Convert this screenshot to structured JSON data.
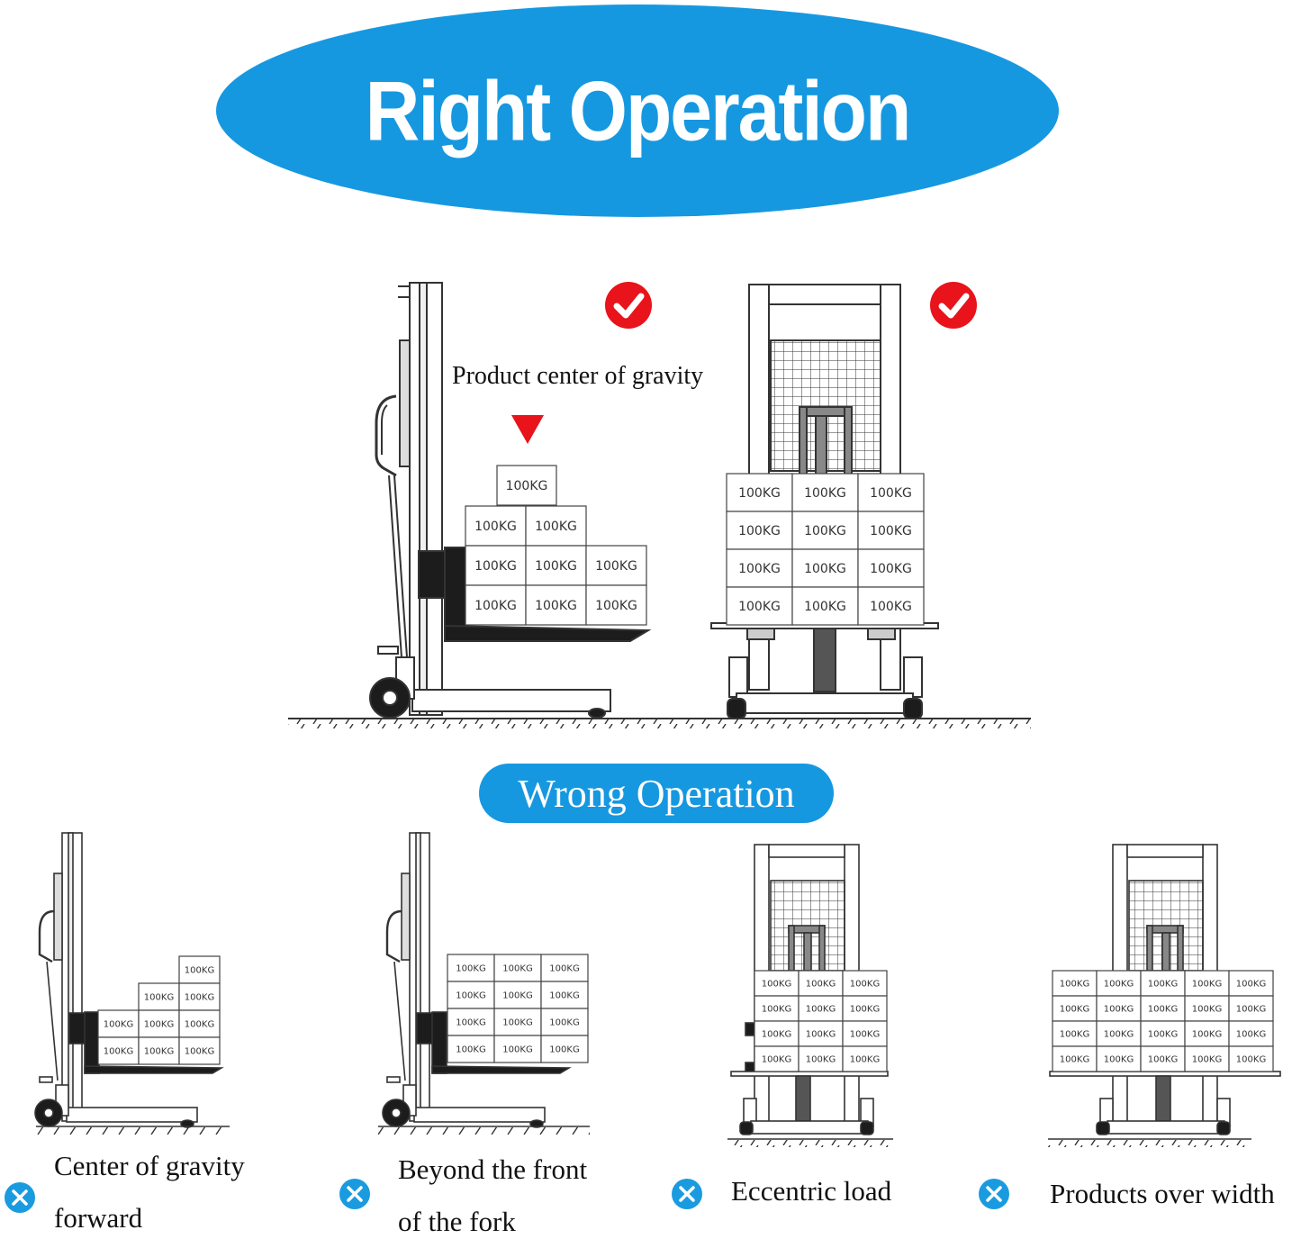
{
  "right_title": "Right Operation",
  "wrong_title": "Wrong Operation",
  "gravity_label": "Product center of gravity",
  "box_label": "100KG",
  "colors": {
    "brand_blue": "#1698e0",
    "check_red": "#e8131b",
    "cross_blue": "#1a9be0",
    "dark": "#1c1c1c"
  },
  "icons": {
    "right": "check-circle-icon",
    "wrong": "x-circle-icon"
  },
  "wrong_cases": [
    {
      "line1": "Center of gravity",
      "line2": "forward"
    },
    {
      "line1": "Beyond the front",
      "line2": "of the fork"
    },
    {
      "line1": "Eccentric load",
      "line2": ""
    },
    {
      "line1": "Products over width",
      "line2": ""
    }
  ]
}
